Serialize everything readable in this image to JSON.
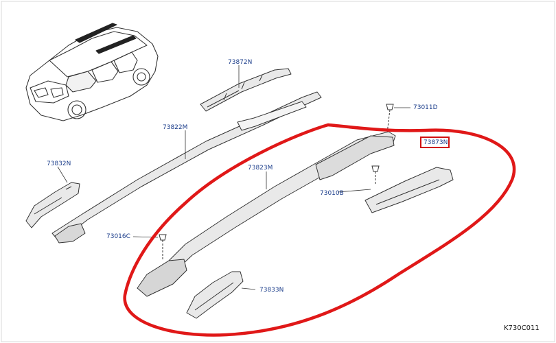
{
  "part_labels": {
    "p73872N": "73872N",
    "p73011D": "73011D",
    "p73822M": "73822M",
    "p73873N": "73873N",
    "p73832N": "73832N",
    "p73823M": "73823M",
    "p73010B": "73010B",
    "p73016C": "73016C",
    "p73833N": "73833N"
  },
  "diagram_code": "K730C011",
  "colors": {
    "label_text": "#1a3c8a",
    "annotation": "#e01818",
    "line_art": "#333333",
    "part_fill": "#e9e9e9"
  }
}
